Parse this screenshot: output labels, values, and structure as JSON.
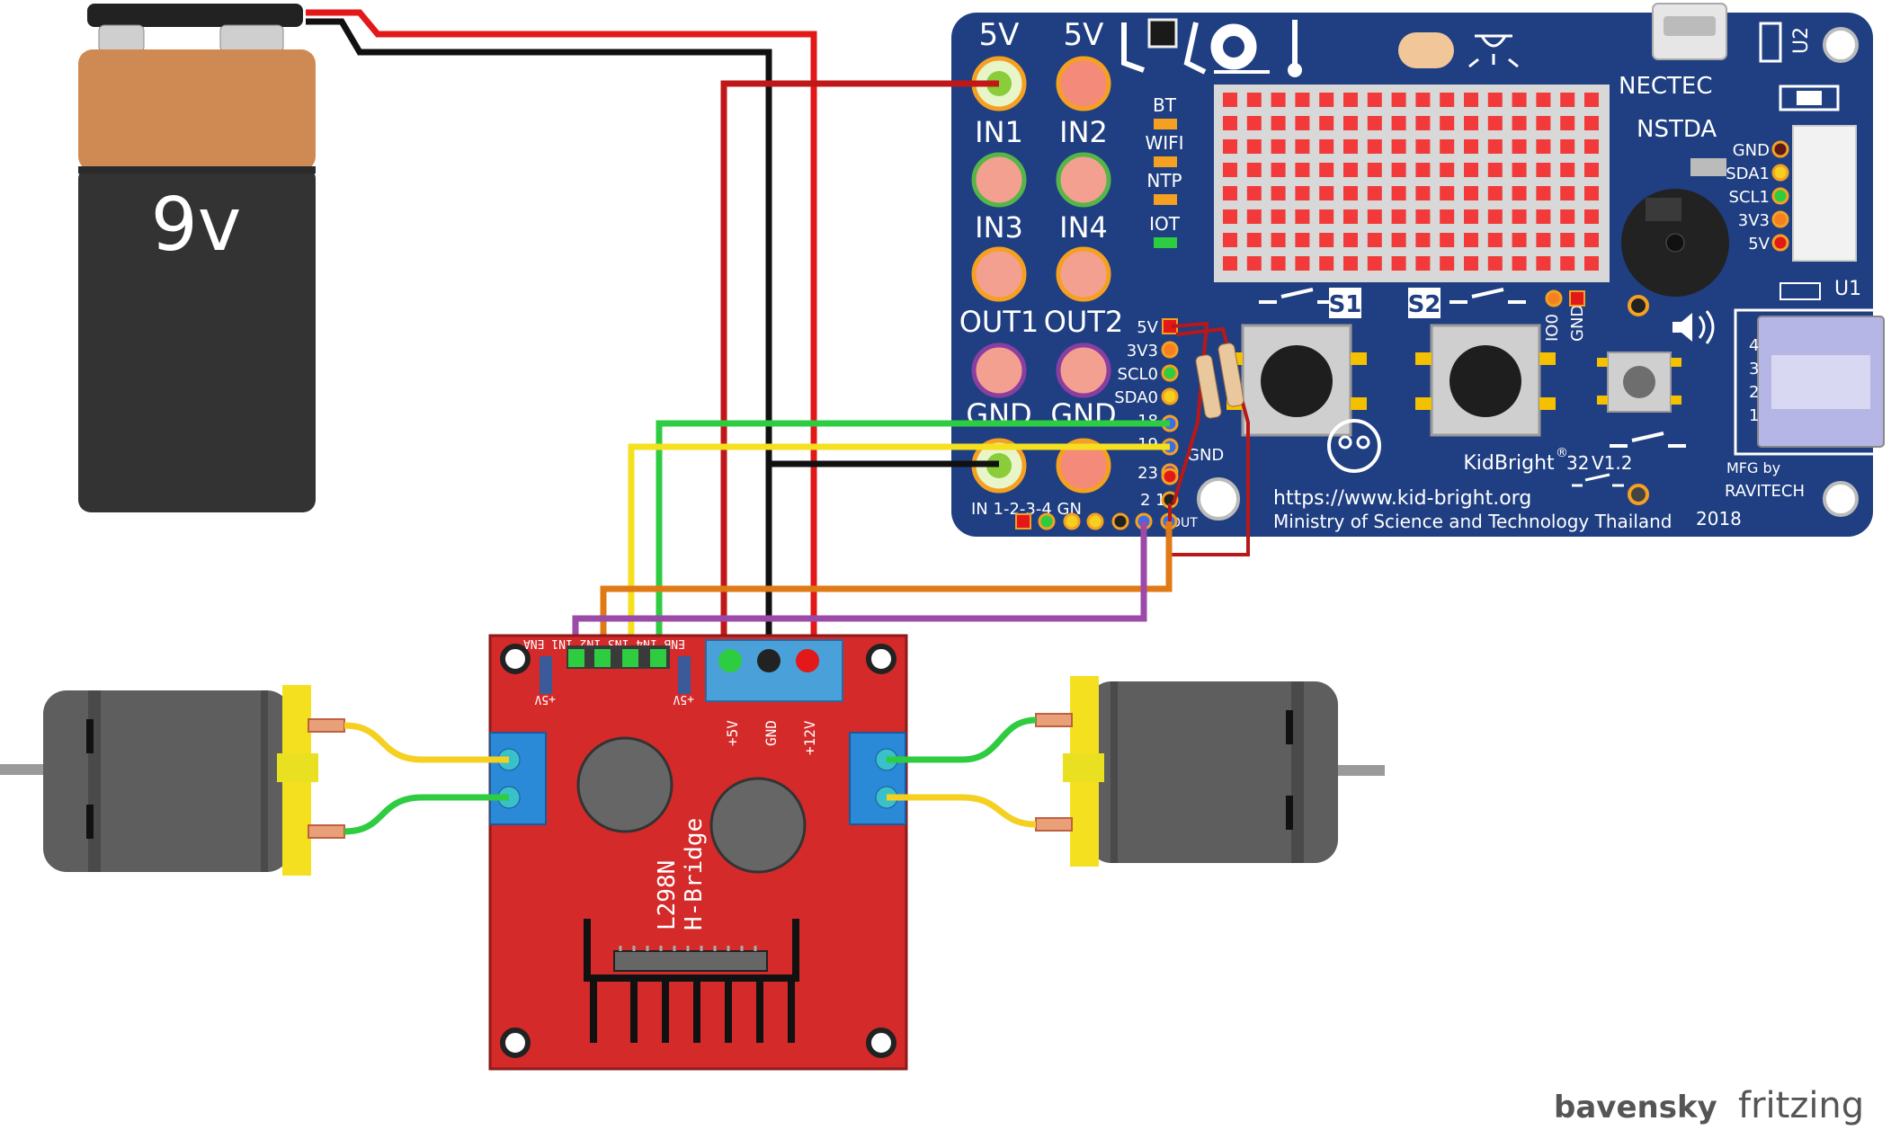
{
  "battery": {
    "label": "9v"
  },
  "kidbright": {
    "io_labels": [
      "5V",
      "5V",
      "IN1",
      "IN2",
      "IN3",
      "IN4",
      "OUT1",
      "OUT2",
      "GND",
      "GND"
    ],
    "status_leds": [
      "BT",
      "WIFI",
      "NTP",
      "IOT"
    ],
    "header_pins": [
      "5V",
      "3V3",
      "SCL0",
      "SDA0",
      "18",
      "19",
      "23",
      "GND"
    ],
    "i2c_pins": [
      "GND",
      "SDA1",
      "SCL1",
      "3V3",
      "5V"
    ],
    "button_labels": [
      "S1",
      "S2"
    ],
    "brand_nectec": "NECTEC",
    "brand_nstda": "NSTDA",
    "product": "KidBright",
    "version": "32",
    "revision": "V1.2",
    "url": "https://www.kid-bright.org",
    "ministry": "Ministry of Science and Technology Thailand",
    "mfg": "MFG by",
    "manufacturer": "RAVITECH",
    "year": "2018",
    "io0": "IO0",
    "gnd_v": "GND",
    "u1": "U1",
    "u2": "U2",
    "usb_pins": [
      "4",
      "3",
      "2",
      "1"
    ],
    "bottom_row": "IN  1-2-3-4  GN",
    "small_21": "2 1",
    "out": "OUT"
  },
  "hbridge": {
    "name": "L298N",
    "sub": "H-Bridge",
    "header": "ENB IN4 IN3 IN2 IN1 ENA",
    "jumper_left": "+5V",
    "jumper_right": "+5V",
    "terminals": [
      "+5V",
      "GND",
      "+12V"
    ]
  },
  "credit": {
    "author": "bavensky",
    "tool": "fritzing"
  }
}
